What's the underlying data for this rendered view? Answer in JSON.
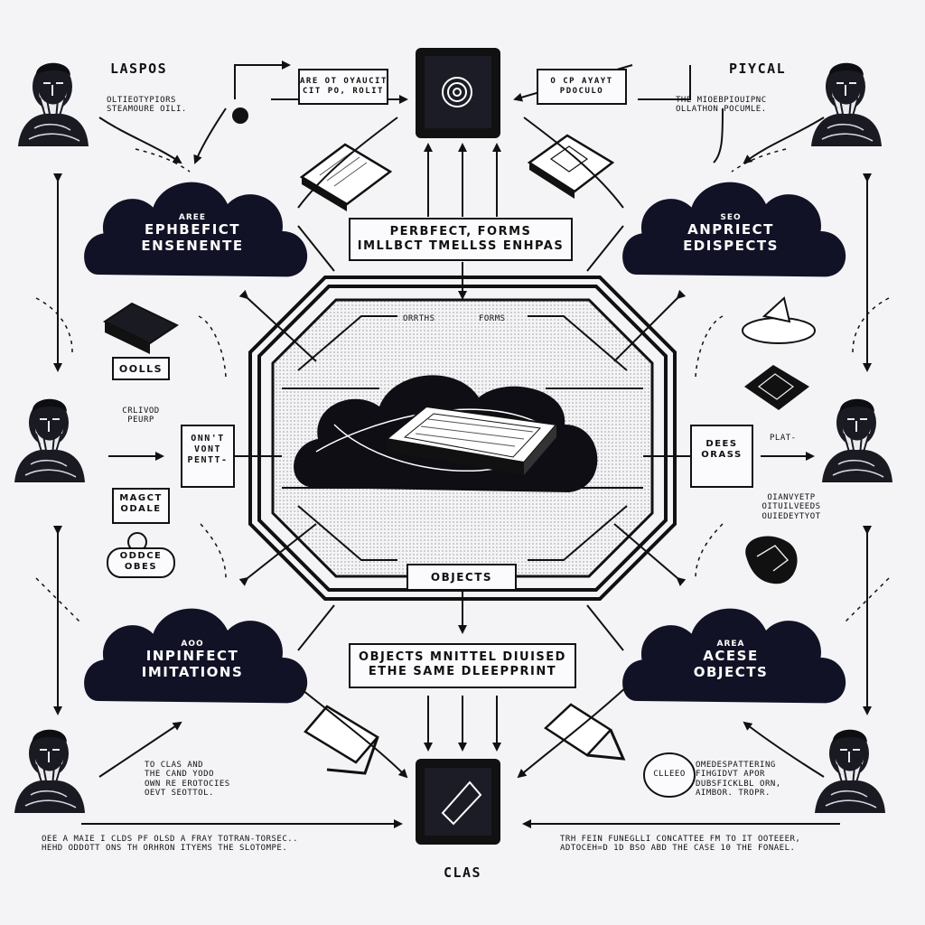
{
  "corners": {
    "top_left_title": "LASPOS",
    "top_right_title": "PIYCAL",
    "top_left_note": "OLTIEOTYPIORS\nSTEAMOURE OILI.",
    "top_right_note": "THE MIOEBPIOUIPNC\nOLLATHON POCUMLE."
  },
  "top_callouts": {
    "left": "ARE OT OYAUCIT\nCIT PO, ROLIT",
    "right": "O CP AYAYT\nPDOCULO"
  },
  "clouds": {
    "top_left": {
      "sub": "AREE",
      "main": "EPHBEFICT\nENSENENTE"
    },
    "top_right": {
      "sub": "SEO",
      "main": "ANPRIECT\nEDISPECTS"
    },
    "bottom_left": {
      "sub": "AOO",
      "main": "INPINFECT\nIMITATIONS"
    },
    "bottom_right": {
      "sub": "AREA",
      "main": "ACESE\nOBJECTS"
    }
  },
  "center": {
    "forms_box": "PERBFECT, FORMS\nIMLLBCT TMELLSS ENHPAS",
    "tag_left": "ORRTHS",
    "tag_right": "FORMS",
    "objects_box": "OBJECTS",
    "blueprint_box": "OBJECTS MNITTEL DIUISED\nETHE SAME DLEEPPRINT"
  },
  "left_side": {
    "oolls": "OOLLS",
    "crlivod": "CRLIVOD\nPEURP",
    "onnt_box": "ONN'T\nVONT\nPENTT-",
    "magct": "MAGCT\nODALE",
    "oddce": "ODDCE\nOBES"
  },
  "right_side": {
    "plat": "PLAT-",
    "dees_box": "DEES\nORASS",
    "oianv": "OIANVYETP\nOITUILVEEDS\nOUIEDEYTYOT"
  },
  "bottom": {
    "class_label": "CLAS",
    "left_note": "TO CLAS AND\nTHE CAND YODO\nOWN RE EROTOCIES\nOEVT SEOTTOL.",
    "right_note": "OMEDESPATTERING\nFIHGIDVT APOR\nDUBSFICKLBL ORN,\nAIMBOR. TROPR.",
    "oval": "CLLEEO",
    "footer_left": "OEE A MAIE I CLDS PF OLSD A FRAY TOTRAN-TORSEC..\nHEHD ODDOTT ONS TH ORHRON ITYEMS THE SLOTOMPE.",
    "footer_right": "TRH FEIN FUNEGLLI CONCATTEE FM TO IT OOTEEER,\nADTOCEH=D 1D BSO ABD THE CASE 10 THE FONAEL."
  }
}
